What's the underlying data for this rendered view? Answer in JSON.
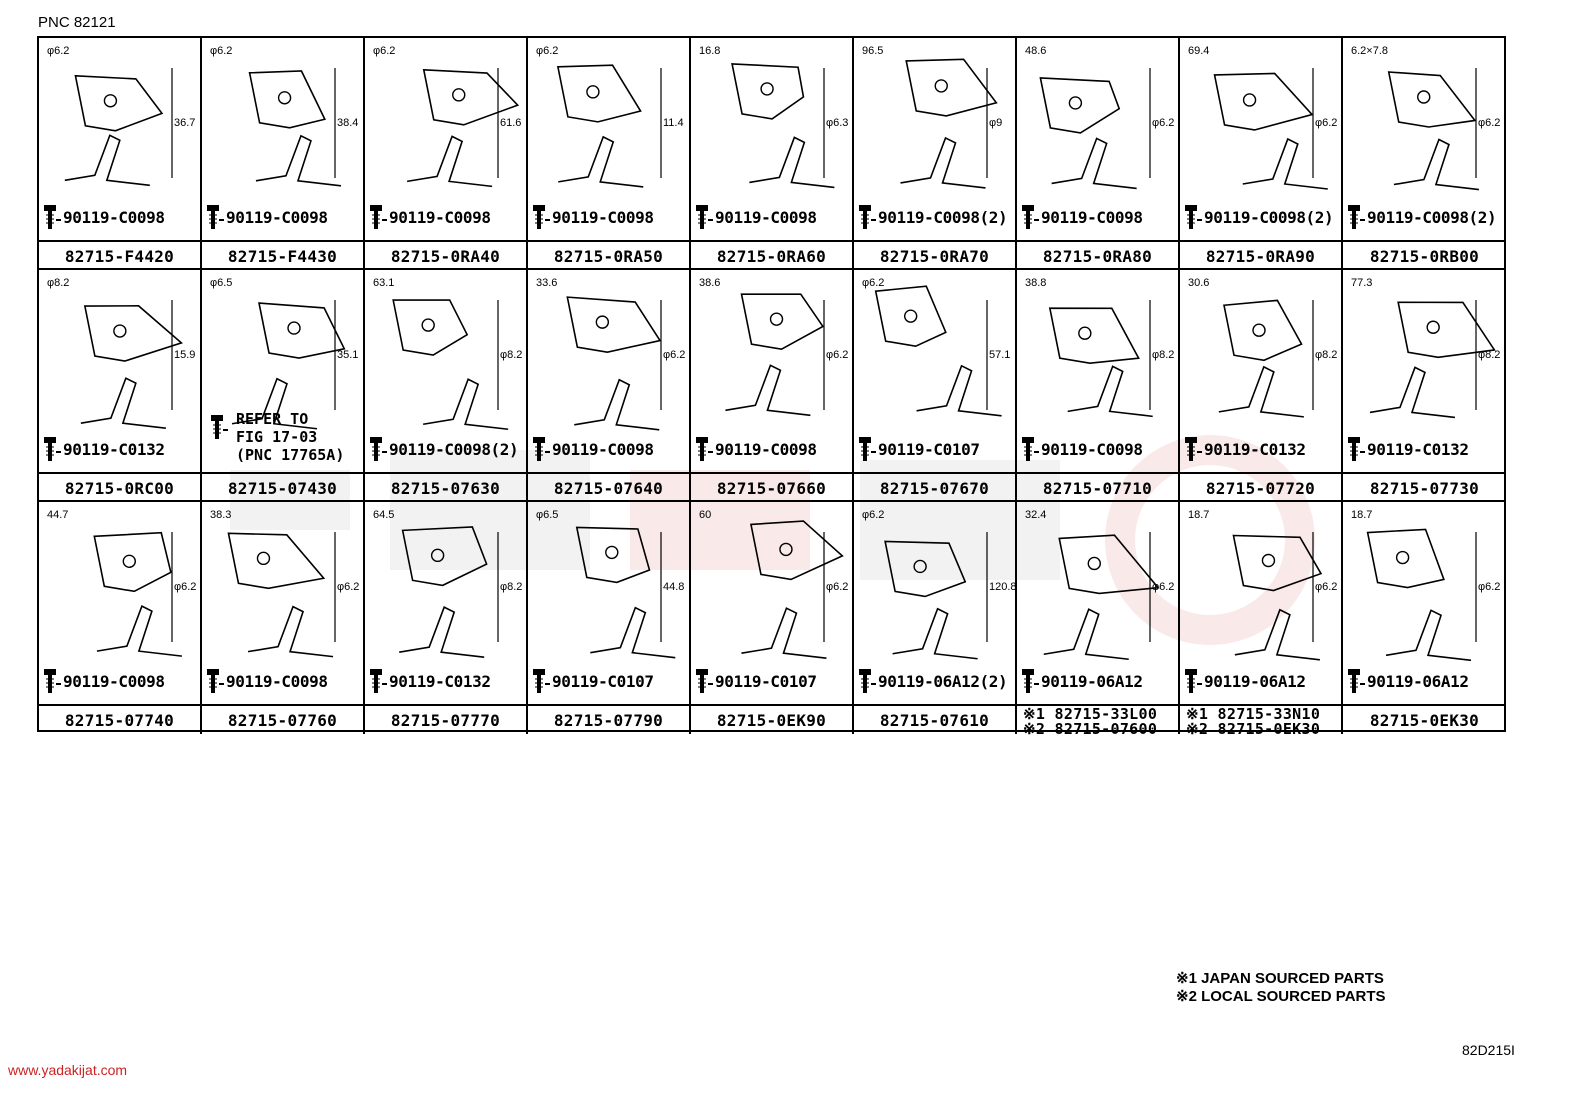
{
  "pnc_label": "PNC 82121",
  "rows": [
    [
      {
        "dims": [
          "φ6.2",
          "36.7"
        ],
        "bolt": "90119-C0098",
        "part": "82715-F4420"
      },
      {
        "dims": [
          "φ6.2",
          "38.4"
        ],
        "bolt": "90119-C0098",
        "part": "82715-F4430"
      },
      {
        "dims": [
          "φ6.2",
          "61.6"
        ],
        "bolt": "90119-C0098",
        "part": "82715-0RA40"
      },
      {
        "dims": [
          "φ6.2",
          "11.4"
        ],
        "bolt": "90119-C0098",
        "part": "82715-0RA50"
      },
      {
        "dims": [
          "16.8",
          "φ6.3"
        ],
        "bolt": "90119-C0098",
        "part": "82715-0RA60"
      },
      {
        "dims": [
          "96.5",
          "φ9"
        ],
        "bolt": "90119-C0098(2)",
        "part": "82715-0RA70"
      },
      {
        "dims": [
          "48.6",
          "φ6.2"
        ],
        "bolt": "90119-C0098",
        "part": "82715-0RA80"
      },
      {
        "dims": [
          "69.4",
          "φ6.2"
        ],
        "bolt": "90119-C0098(2)",
        "part": "82715-0RA90"
      },
      {
        "dims": [
          "6.2×7.8",
          "φ6.2"
        ],
        "bolt": "90119-C0098(2)",
        "part": "82715-0RB00"
      }
    ],
    [
      {
        "dims": [
          "φ8.2",
          "15.9"
        ],
        "bolt": "90119-C0132",
        "part": "82715-0RC00"
      },
      {
        "dims": [
          "φ6.5",
          "35.1"
        ],
        "bolt": "",
        "refer": "REFER TO\nFIG 17-03\n(PNC 17765A)",
        "part": "82715-07430"
      },
      {
        "dims": [
          "63.1",
          "φ8.2"
        ],
        "bolt": "90119-C0098(2)",
        "part": "82715-07630"
      },
      {
        "dims": [
          "33.6",
          "φ6.2"
        ],
        "bolt": "90119-C0098",
        "part": "82715-07640"
      },
      {
        "dims": [
          "38.6",
          "φ6.2"
        ],
        "bolt": "90119-C0098",
        "part": "82715-07660"
      },
      {
        "dims": [
          "φ6.2",
          "57.1"
        ],
        "bolt": "90119-C0107",
        "part": "82715-07670"
      },
      {
        "dims": [
          "38.8",
          "φ8.2"
        ],
        "bolt": "90119-C0098",
        "part": "82715-07710"
      },
      {
        "dims": [
          "30.6",
          "φ8.2"
        ],
        "bolt": "90119-C0132",
        "part": "82715-07720"
      },
      {
        "dims": [
          "77.3",
          "φ8.2"
        ],
        "bolt": "90119-C0132",
        "part": "82715-07730"
      }
    ],
    [
      {
        "dims": [
          "44.7",
          "φ6.2"
        ],
        "bolt": "90119-C0098",
        "part": "82715-07740"
      },
      {
        "dims": [
          "38.3",
          "φ6.2"
        ],
        "bolt": "90119-C0098",
        "part": "82715-07760"
      },
      {
        "dims": [
          "64.5",
          "φ8.2"
        ],
        "bolt": "90119-C0132",
        "part": "82715-07770"
      },
      {
        "dims": [
          "φ6.5",
          "44.8"
        ],
        "bolt": "90119-C0107",
        "part": "82715-07790"
      },
      {
        "dims": [
          "60",
          "φ6.2"
        ],
        "bolt": "90119-C0107",
        "part": "82715-0EK90"
      },
      {
        "dims": [
          "φ6.2",
          "120.8"
        ],
        "bolt": "90119-06A12(2)",
        "part": "82715-07610"
      },
      {
        "dims": [
          "32.4",
          "φ6.2"
        ],
        "bolt": "90119-06A12",
        "part": "※1 82715-33L00",
        "part2": "※2 82715-07600"
      },
      {
        "dims": [
          "18.7",
          "φ6.2"
        ],
        "bolt": "90119-06A12",
        "part": "※1 82715-33N10",
        "part2": "※2 82715-0EK30"
      },
      {
        "dims": [
          "18.7",
          "φ6.2"
        ],
        "bolt": "90119-06A12",
        "part": "82715-0EK30"
      }
    ]
  ],
  "legend": [
    "※1 JAPAN SOURCED PARTS",
    "※2 LOCAL SOURCED PARTS"
  ],
  "diagram_code": "82D215I",
  "site": "www.yadakijat.com"
}
